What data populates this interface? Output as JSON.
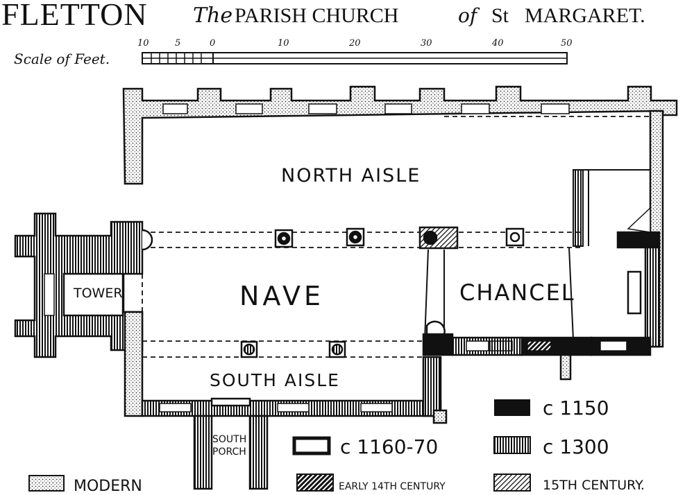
{
  "title": {
    "place": "FLETTON",
    "the": "The",
    "church": "PARISH CHURCH",
    "of": "of",
    "st": "St",
    "saint": "MARGARET."
  },
  "scale": {
    "label": "Scale of Feet.",
    "ticks": [
      "10",
      "5",
      "0",
      "10",
      "20",
      "30",
      "40",
      "50"
    ]
  },
  "rooms": {
    "north_aisle": "NORTH AISLE",
    "nave": "NAVE",
    "chancel": "CHANCEL",
    "tower": "TOWER",
    "south_aisle": "SOUTH AISLE",
    "south_porch_1": "SOUTH",
    "south_porch_2": "PORCH"
  },
  "legend": [
    {
      "key": "c1150",
      "pattern": "solid-black",
      "label": "c 1150"
    },
    {
      "key": "c1160",
      "pattern": "outline",
      "label": "c 1160-70"
    },
    {
      "key": "c1300",
      "pattern": "vertical-hatch",
      "label": "c 1300"
    },
    {
      "key": "modern",
      "pattern": "dotted",
      "label": "MODERN"
    },
    {
      "key": "early14",
      "pattern": "diagonal-dense",
      "label": "EARLY 14TH CENTURY"
    },
    {
      "key": "c15",
      "pattern": "diagonal-light",
      "label": "15TH CENTURY."
    }
  ],
  "colors": {
    "ink": "#111111",
    "paper": "#ffffff",
    "dot": "#555555"
  }
}
